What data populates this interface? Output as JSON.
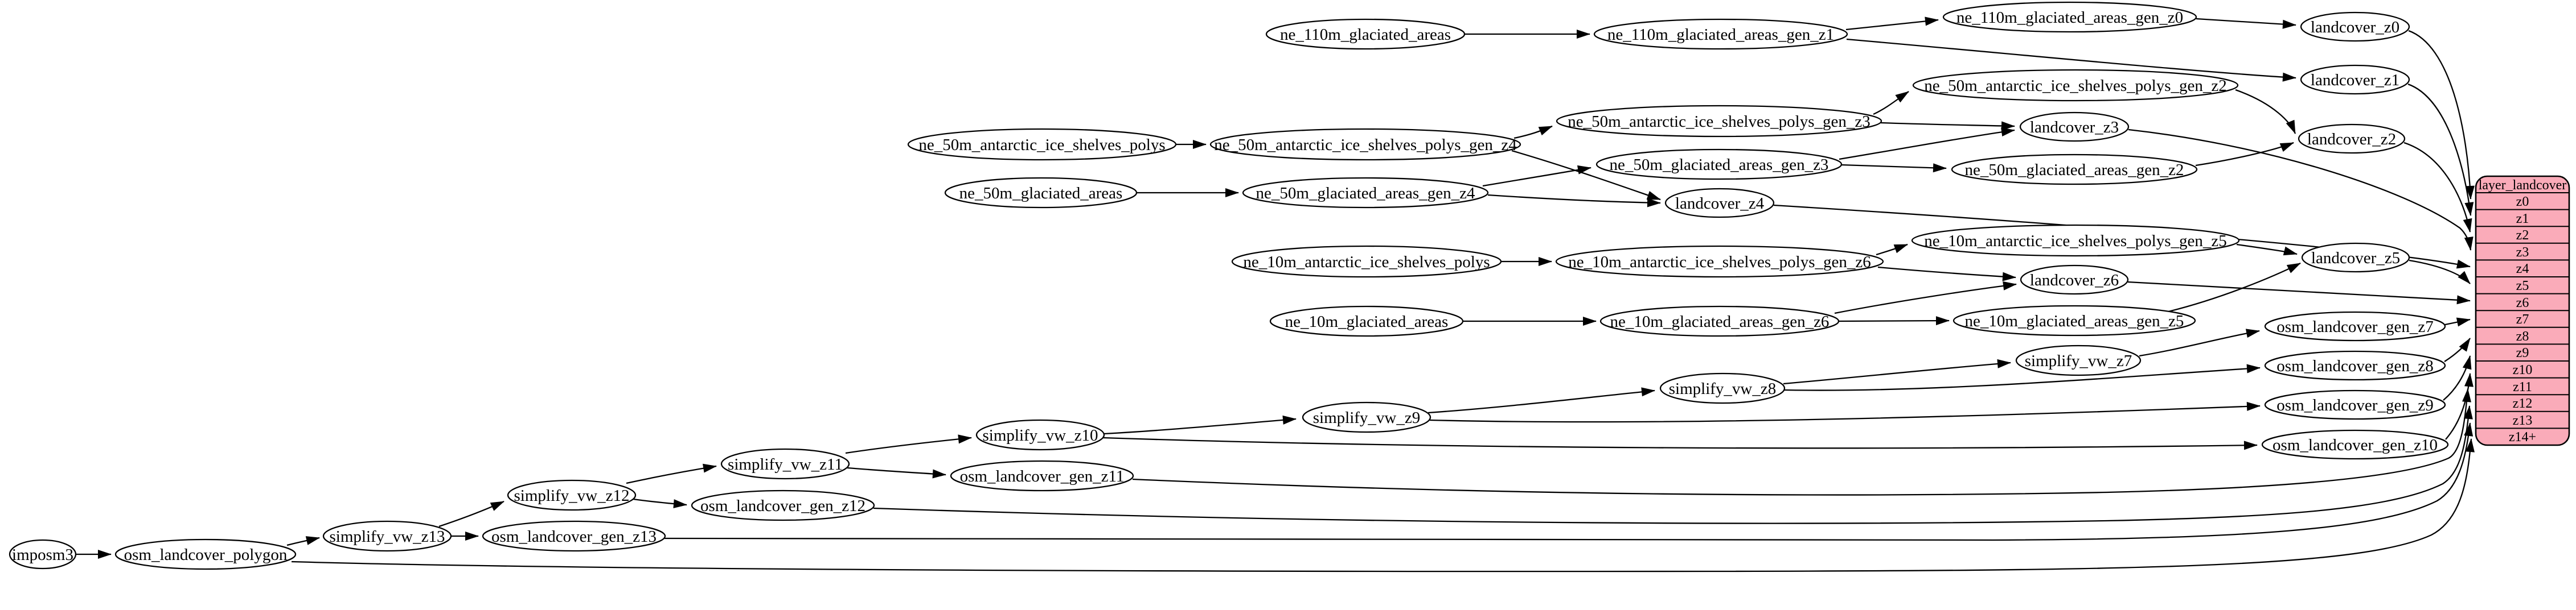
{
  "diagram": {
    "background_color": "#ffffff",
    "edge_color": "#000000",
    "node_fill": "#ffffff",
    "nodes": {
      "imposm3": "imposm3",
      "osm_landcover_polygon": "osm_landcover_polygon",
      "simplify_vw_z13": "simplify_vw_z13",
      "osm_landcover_gen_z13": "osm_landcover_gen_z13",
      "simplify_vw_z12": "simplify_vw_z12",
      "osm_landcover_gen_z12": "osm_landcover_gen_z12",
      "simplify_vw_z11": "simplify_vw_z11",
      "osm_landcover_gen_z11": "osm_landcover_gen_z11",
      "simplify_vw_z10": "simplify_vw_z10",
      "simplify_vw_z9": "simplify_vw_z9",
      "simplify_vw_z8": "simplify_vw_z8",
      "simplify_vw_z7": "simplify_vw_z7",
      "osm_landcover_gen_z7": "osm_landcover_gen_z7",
      "osm_landcover_gen_z8": "osm_landcover_gen_z8",
      "osm_landcover_gen_z9": "osm_landcover_gen_z9",
      "osm_landcover_gen_z10": "osm_landcover_gen_z10",
      "ne_110m_glaciated_areas": "ne_110m_glaciated_areas",
      "ne_110m_glaciated_areas_gen_z1": "ne_110m_glaciated_areas_gen_z1",
      "ne_110m_glaciated_areas_gen_z0": "ne_110m_glaciated_areas_gen_z0",
      "landcover_z0": "landcover_z0",
      "landcover_z1": "landcover_z1",
      "landcover_z2": "landcover_z2",
      "landcover_z3": "landcover_z3",
      "landcover_z4": "landcover_z4",
      "landcover_z5": "landcover_z5",
      "landcover_z6": "landcover_z6",
      "ne_50m_antarctic_ice_shelves_polys": "ne_50m_antarctic_ice_shelves_polys",
      "ne_50m_antarctic_ice_shelves_polys_gen_z4": "ne_50m_antarctic_ice_shelves_polys_gen_z4",
      "ne_50m_antarctic_ice_shelves_polys_gen_z3": "ne_50m_antarctic_ice_shelves_polys_gen_z3",
      "ne_50m_antarctic_ice_shelves_polys_gen_z2": "ne_50m_antarctic_ice_shelves_polys_gen_z2",
      "ne_50m_glaciated_areas": "ne_50m_glaciated_areas",
      "ne_50m_glaciated_areas_gen_z4": "ne_50m_glaciated_areas_gen_z4",
      "ne_50m_glaciated_areas_gen_z3": "ne_50m_glaciated_areas_gen_z3",
      "ne_50m_glaciated_areas_gen_z2": "ne_50m_glaciated_areas_gen_z2",
      "ne_10m_antarctic_ice_shelves_polys": "ne_10m_antarctic_ice_shelves_polys",
      "ne_10m_antarctic_ice_shelves_polys_gen_z6": "ne_10m_antarctic_ice_shelves_polys_gen_z6",
      "ne_10m_antarctic_ice_shelves_polys_gen_z5": "ne_10m_antarctic_ice_shelves_polys_gen_z5",
      "ne_10m_glaciated_areas": "ne_10m_glaciated_areas",
      "ne_10m_glaciated_areas_gen_z6": "ne_10m_glaciated_areas_gen_z6",
      "ne_10m_glaciated_areas_gen_z5": "ne_10m_glaciated_areas_gen_z5"
    },
    "table": {
      "title": "layer_landcover",
      "fill": "#faabb9",
      "rows": [
        "z0",
        "z1",
        "z2",
        "z3",
        "z4",
        "z5",
        "z6",
        "z7",
        "z8",
        "z9",
        "z10",
        "z11",
        "z12",
        "z13",
        "z14+"
      ]
    }
  }
}
